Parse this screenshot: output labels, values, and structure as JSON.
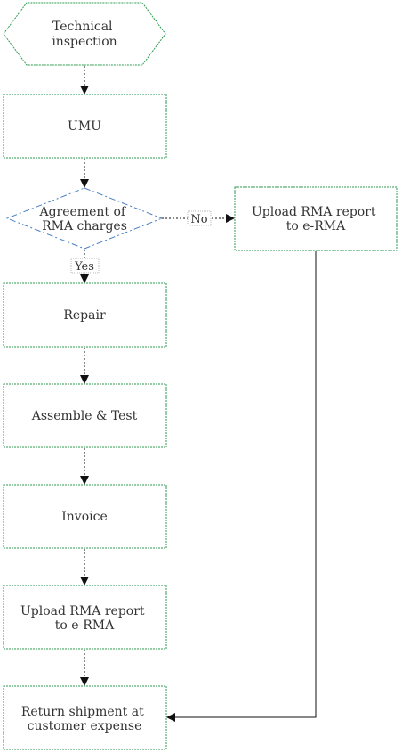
{
  "diagram": {
    "nodes": {
      "start": [
        "Technical",
        "inspection"
      ],
      "umu": [
        "UMU"
      ],
      "decision": [
        "Agreement of",
        "RMA charges"
      ],
      "upload_side": [
        "Upload RMA report",
        "to e-RMA"
      ],
      "repair": [
        "Repair"
      ],
      "assemble": [
        "Assemble & Test"
      ],
      "invoice": [
        "Invoice"
      ],
      "upload_main": [
        "Upload RMA report",
        "to e-RMA"
      ],
      "return": [
        "Return shipment at",
        "customer expense"
      ]
    },
    "edge_labels": {
      "no": "No",
      "yes": "Yes"
    },
    "colors": {
      "node_border": "#2e9b52",
      "decision_border": "#4a7fc1",
      "arrow": "#111111",
      "text": "#333333"
    }
  }
}
